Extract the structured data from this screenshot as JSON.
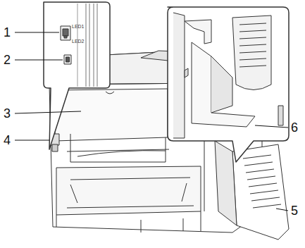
{
  "diagram": {
    "labels": [
      "1",
      "2",
      "3",
      "4",
      "5",
      "6",
      "LED1",
      "LED2"
    ]
  }
}
